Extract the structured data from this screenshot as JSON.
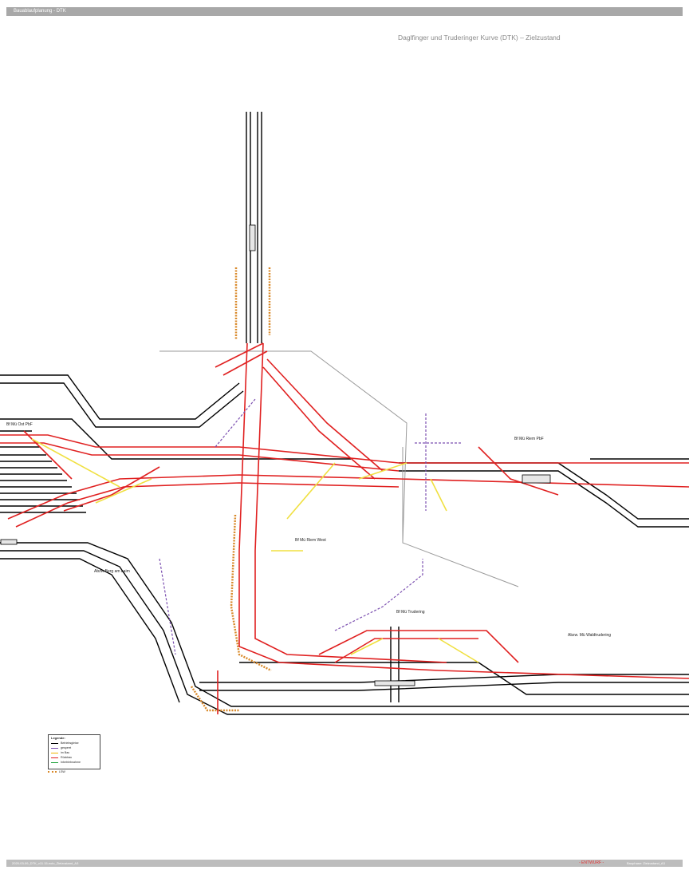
{
  "header": {
    "project_label": "Bauablaufplanung - DTK",
    "title": "Daglfinger und Truderinger Kurve (DTK) – Zielzustand"
  },
  "footer": {
    "file_name": "2020-03-09_DTK_v11.15-nolo_Zielzustand_A3",
    "draft_label": "- ENTWURF -",
    "page_info": "Bauphase: Zielzustand_A3"
  },
  "areas": {
    "bf_ost_pbf": "Bf Mü Ost PbF",
    "bf_riem_pbf": "Bf Mü Riem PbF",
    "bf_riem_west": "Bf Mü Riem West",
    "bf_trudering": "Bf Mü Trudering",
    "abzw_berg_am_laim": "Abzw Berg am Laim",
    "abzw_waldtrudering": "Abzw. Mü Waldtrudering"
  },
  "legend": {
    "title": "Legende:",
    "items": [
      {
        "label": "Betriebsgleise",
        "color": "#000000"
      },
      {
        "label": "gesperrt",
        "color": "#7b4fb0"
      },
      {
        "label": "im Bau",
        "color": "#f0b400"
      },
      {
        "label": "Rückbau",
        "color": "#e02020"
      },
      {
        "label": "Inbetriebnahme",
        "color": "#1fa23a"
      }
    ],
    "lsw_label": "LSW"
  },
  "colors": {
    "track": "#000000",
    "new_track": "#e02020",
    "construction": "#f0e040",
    "closed": "#7b4fb0",
    "noise_wall": "#d98a2b",
    "platform_fill": "#e6e6e6",
    "bar": "#a8a8a8"
  }
}
